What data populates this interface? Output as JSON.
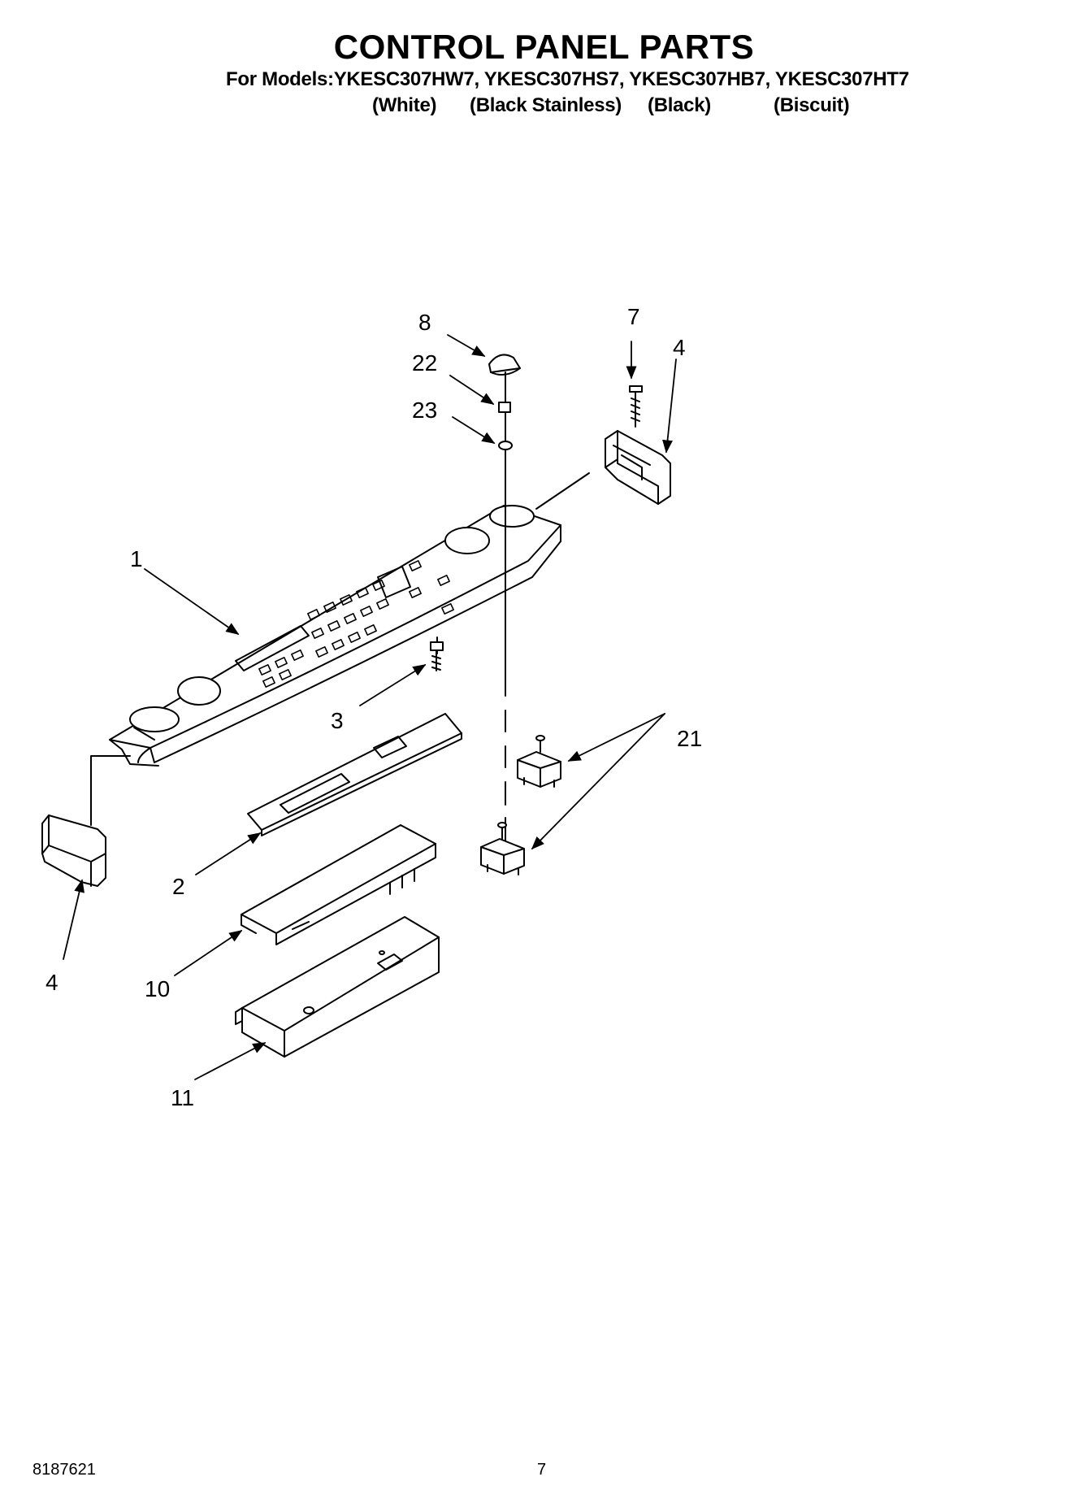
{
  "header": {
    "title": "CONTROL PANEL PARTS",
    "models_line": "For Models:YKESC307HW7, YKESC307HS7, YKESC307HB7, YKESC307HT7",
    "variants": [
      "(White)",
      "(Black Stainless)",
      "(Black)",
      "(Biscuit)"
    ]
  },
  "callouts": [
    "8",
    "7",
    "4",
    "22",
    "23",
    "1",
    "3",
    "21",
    "2",
    "4",
    "10",
    "11"
  ],
  "footer": {
    "doc_number": "8187621",
    "page_number": "7"
  }
}
